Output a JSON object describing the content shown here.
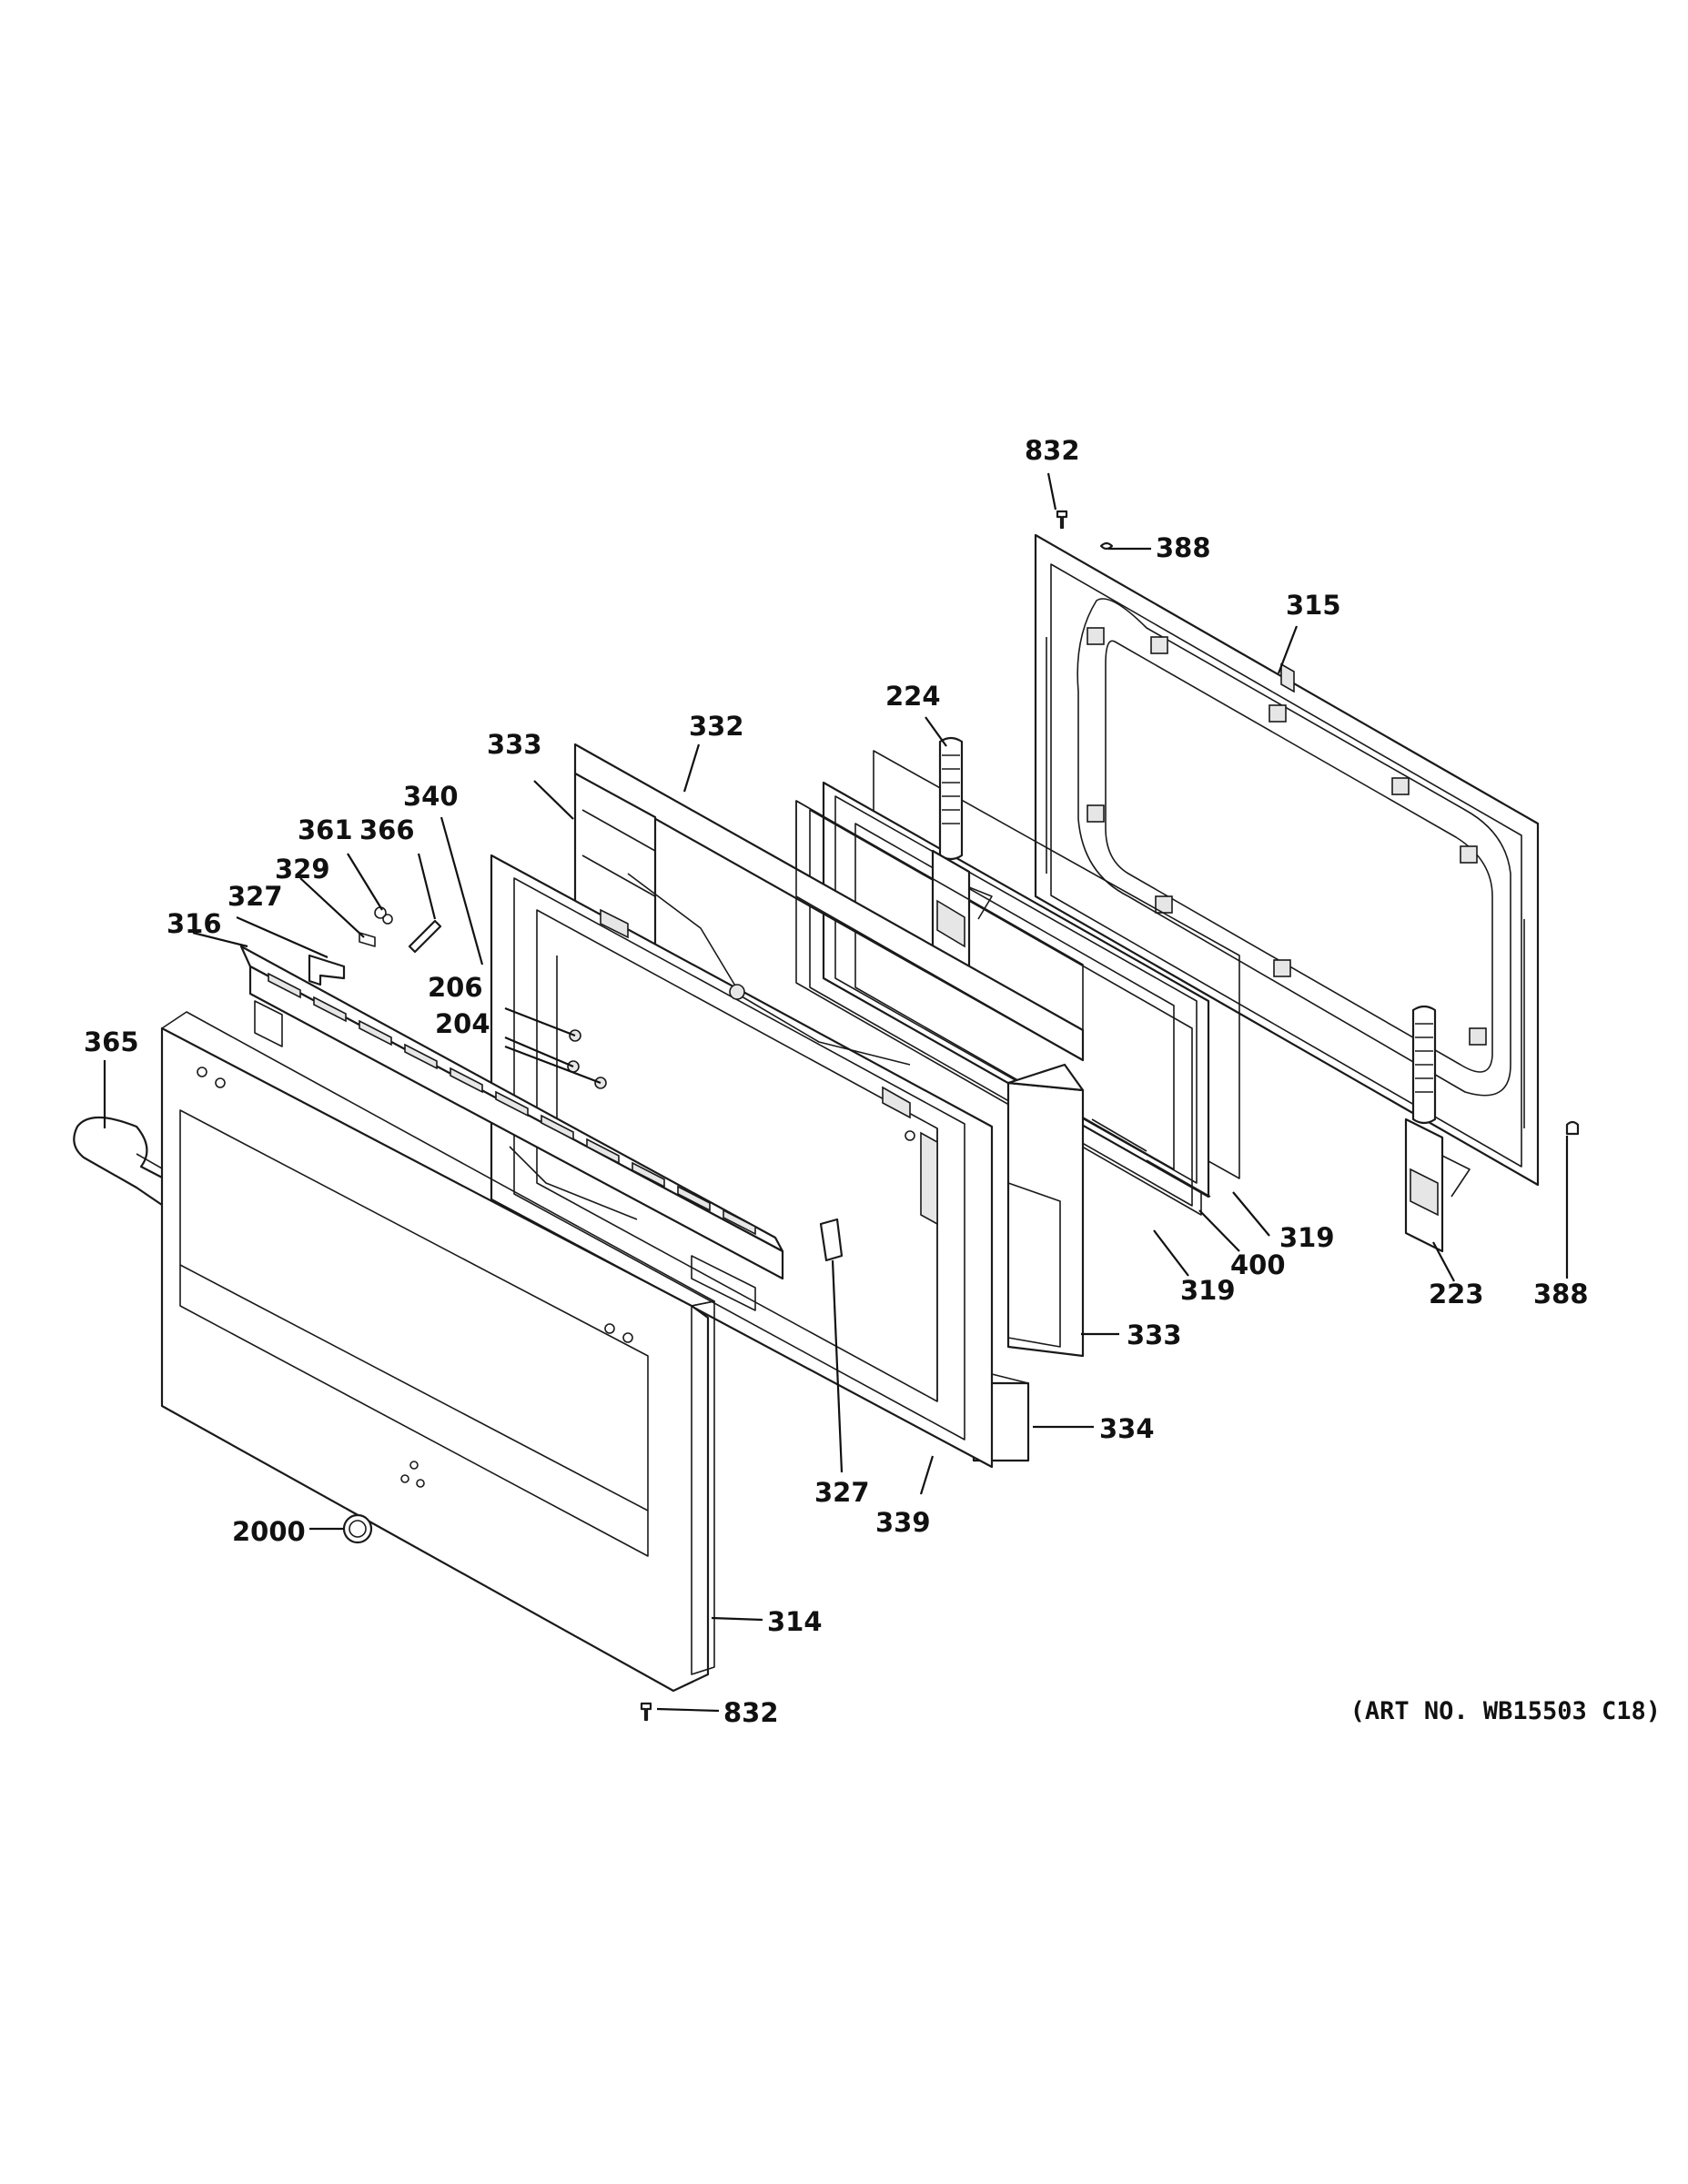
{
  "callouts": {
    "c832_top": "832",
    "c388_top": "388",
    "c315": "315",
    "c224": "224",
    "c332": "332",
    "c333_top": "333",
    "c340": "340",
    "c361": "361",
    "c366": "366",
    "c329": "329",
    "c327_top": "327",
    "c316": "316",
    "c206": "206",
    "c204": "204",
    "c365": "365",
    "c319_right": "319",
    "c319_left": "319",
    "c400": "400",
    "c223": "223",
    "c388_right": "388",
    "c333_bottom": "333",
    "c334": "334",
    "c327_bottom": "327",
    "c339": "339",
    "c2000": "2000",
    "c314": "314",
    "c832_bottom": "832"
  },
  "art_number": "(ART NO. WB15503 C18)"
}
